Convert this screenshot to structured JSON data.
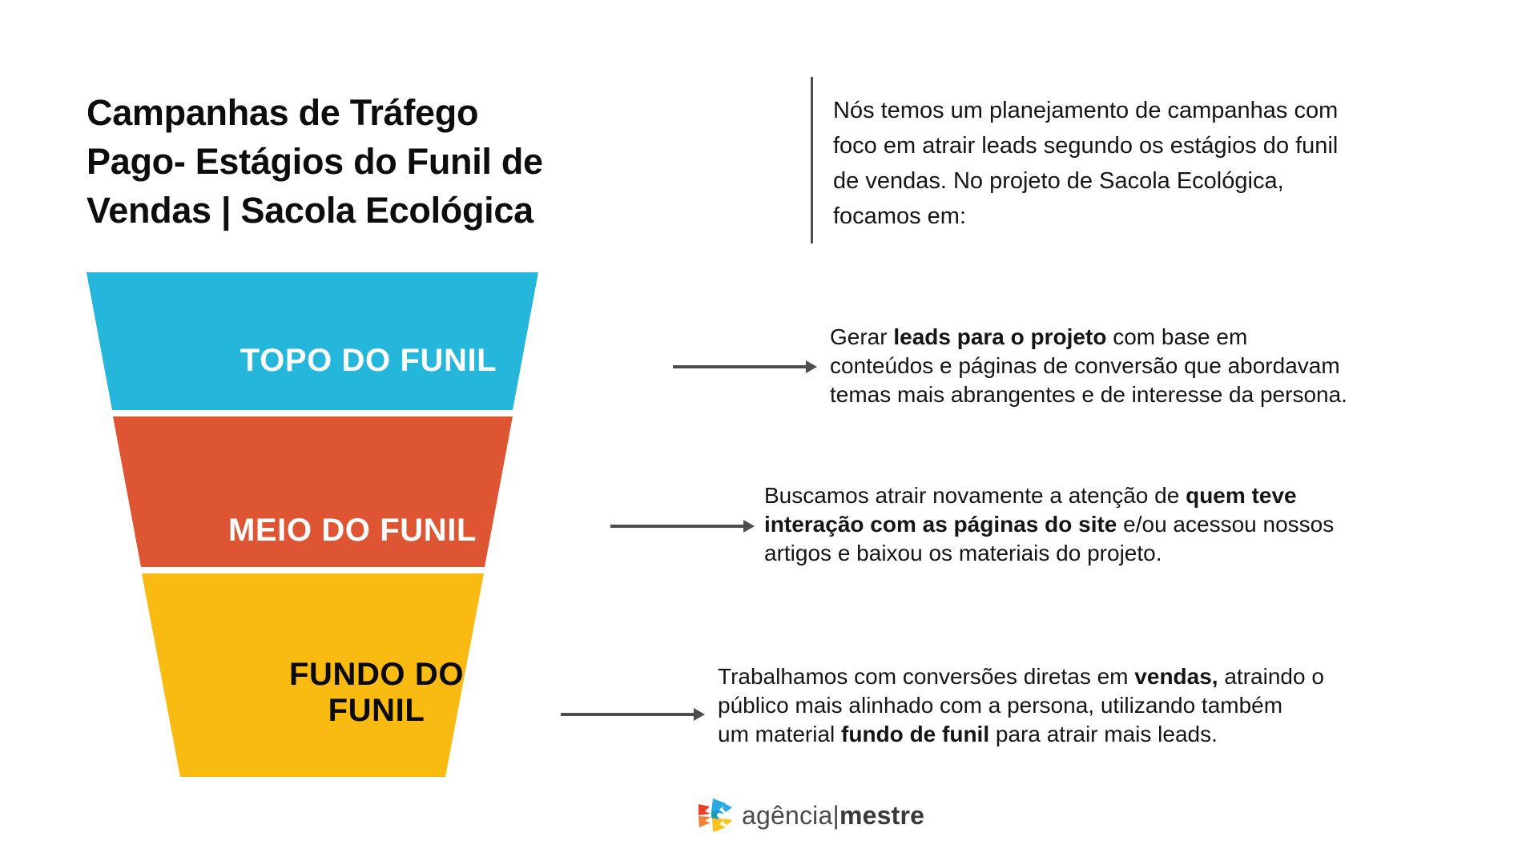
{
  "header": {
    "title_lines": [
      "Campanhas de Tráfego",
      "Pago- Estágios do Funil de",
      "Vendas | Sacola Ecológica"
    ],
    "intro_lines": [
      "Nós temos um planejamento de campanhas com",
      "foco em atrair leads segundo os estágios do funil",
      "de vendas. No projeto de Sacola Ecológica,",
      "focamos em:"
    ]
  },
  "funnel": {
    "stages": [
      {
        "id": "topo",
        "label": "TOPO DO FUNIL",
        "color": "#24b6db",
        "label_color": "#ffffff"
      },
      {
        "id": "meio",
        "label": "MEIO DO FUNIL",
        "color": "#dd5532",
        "label_color": "#ffffff"
      },
      {
        "id": "fundo",
        "label_line1": "FUNDO DO",
        "label_line2": "FUNIL",
        "label": "FUNDO DO FUNIL",
        "color": "#f9bb12",
        "label_color": "#0a0a0a"
      }
    ]
  },
  "descriptions": {
    "topo": {
      "line1_a": "Gerar ",
      "line1_b": "leads para o projeto",
      "line1_c": " com base em",
      "line2": "conteúdos e páginas de conversão que abordavam",
      "line3": "temas mais abrangentes e de interesse da persona."
    },
    "meio": {
      "line1_a": "Buscamos atrair novamente a atenção de ",
      "line1_b": "quem teve",
      "line2_b": "interação com as páginas do site",
      "line2_c": " e/ou acessou nossos",
      "line3": "artigos e baixou os materiais do projeto."
    },
    "fundo": {
      "line1_a": "Trabalhamos com conversões diretas em ",
      "line1_b": "vendas,",
      "line1_c": " atraindo o",
      "line2": "público mais alinhado com a persona, utilizando também",
      "line3_a": "um material ",
      "line3_b": "fundo de funil",
      "line3_c": " para atrair mais leads."
    }
  },
  "logo": {
    "name_light": "agência",
    "separator": "|",
    "name_bold": "mestre",
    "colors": {
      "blue": "#29abe2",
      "red": "#e8412a",
      "orange": "#f07f33",
      "yellow": "#fdc219",
      "teal": "#1a9bb5"
    }
  },
  "arrow_color": "#4d4d4d"
}
